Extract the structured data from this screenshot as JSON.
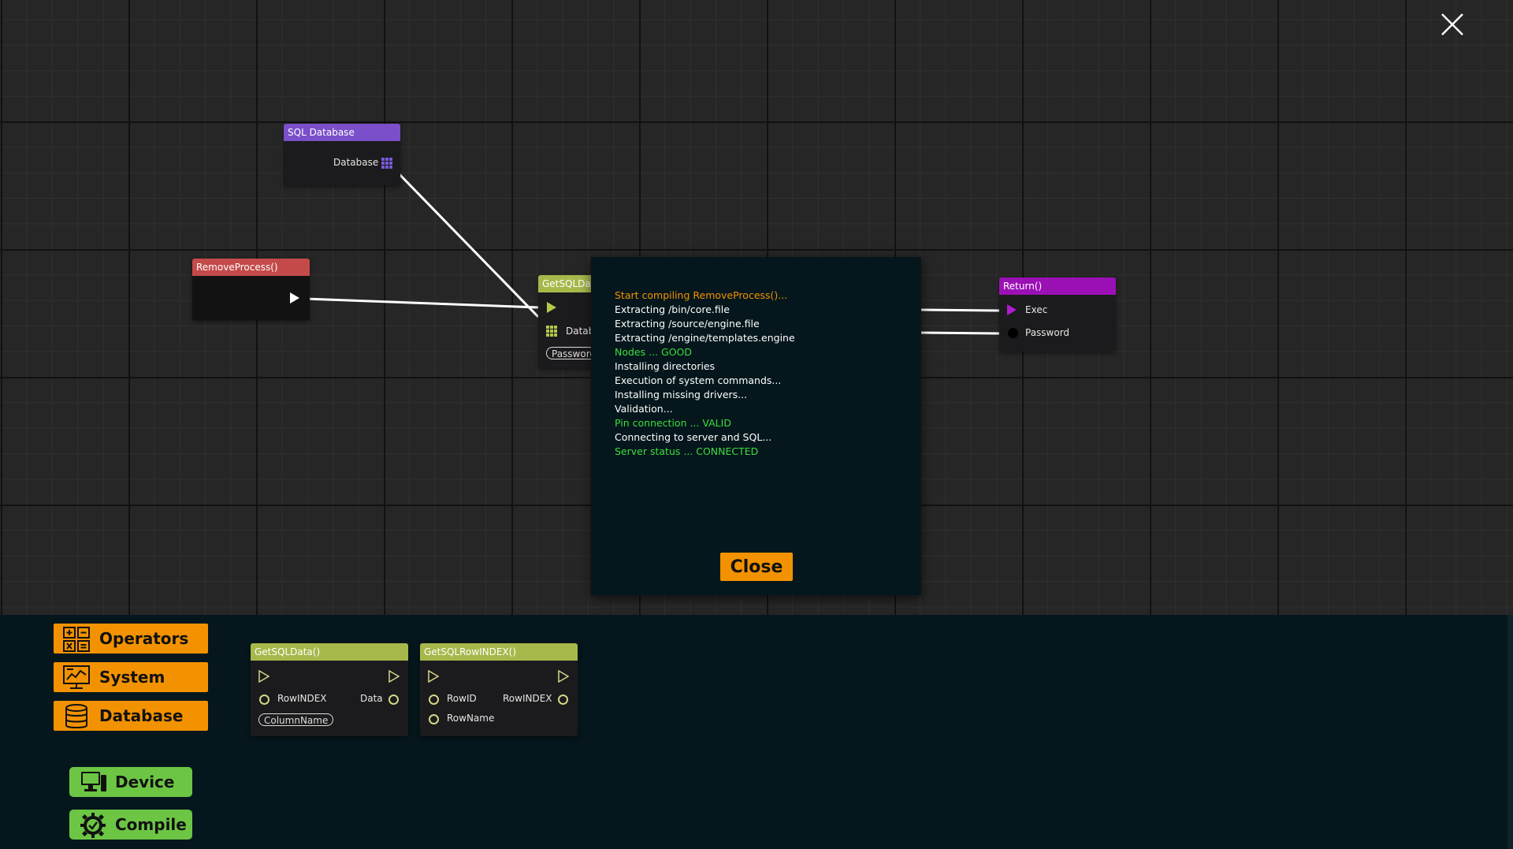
{
  "graph_nodes": {
    "sql_database": {
      "title": "SQL Database",
      "output_label": "Database",
      "header_color": "#7a4fc9"
    },
    "remove_process": {
      "title": "RemoveProcess()",
      "header_color": "#c44a4a"
    },
    "get_sql_data": {
      "title": "GetSQLDat",
      "input_label": "Datab",
      "password_field": "Password",
      "header_color": "#a7b84b"
    },
    "return_node": {
      "title": "Return()",
      "exec_label": "Exec",
      "password_label": "Password",
      "header_color": "#9b10b5"
    }
  },
  "console": {
    "lines": [
      {
        "text": "Start compiling RemoveProcess()...",
        "color": "#f39200"
      },
      {
        "text": "Extracting /bin/core.file",
        "color": "#ffffff"
      },
      {
        "text": "Extracting /source/engine.file",
        "color": "#ffffff"
      },
      {
        "text": "Extracting /engine/templates.engine",
        "color": "#ffffff"
      },
      {
        "text": "Nodes ... GOOD",
        "color": "#3ddc3d"
      },
      {
        "text": "Installing directories",
        "color": "#ffffff"
      },
      {
        "text": "Execution of system commands...",
        "color": "#ffffff"
      },
      {
        "text": "Installing missing drivers...",
        "color": "#ffffff"
      },
      {
        "text": "Validation...",
        "color": "#ffffff"
      },
      {
        "text": "Pin connection ... VALID",
        "color": "#3ddc3d"
      },
      {
        "text": "Connecting to server and SQL...",
        "color": "#ffffff"
      },
      {
        "text": "Server status ... CONNECTED",
        "color": "#3ddc3d"
      }
    ],
    "close_label": "Close"
  },
  "panel": {
    "categories": [
      {
        "label": "Operators",
        "icon": "calculator-icon"
      },
      {
        "label": "System",
        "icon": "monitor-chart-icon"
      },
      {
        "label": "Database",
        "icon": "database-icon"
      }
    ],
    "actions": [
      {
        "label": "Device",
        "icon": "computer-icon"
      },
      {
        "label": "Compile",
        "icon": "gear-check-icon"
      }
    ],
    "palette_nodes": {
      "get_sql_data": {
        "title": "GetSQLData()",
        "in_label": "RowINDEX",
        "out_label": "Data",
        "field": "ColumnName"
      },
      "get_sql_row_index": {
        "title": "GetSQLRowINDEX()",
        "in_label_1": "RowID",
        "in_label_2": "RowName",
        "out_label": "RowINDEX"
      }
    }
  },
  "colors": {
    "accent_orange": "#f39200",
    "accent_green": "#6cc644",
    "pin_yellow": "#d6d68a"
  }
}
